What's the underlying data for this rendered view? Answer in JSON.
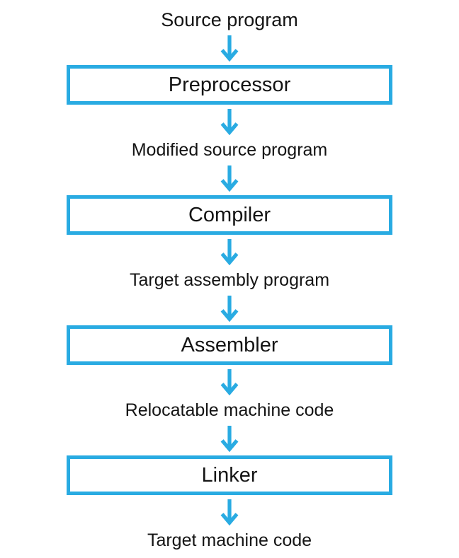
{
  "colors": {
    "accent": "#29abe2",
    "text": "#141414",
    "box_fill": "#ffffff"
  },
  "flow": {
    "steps": [
      {
        "kind": "label",
        "text": "Source program"
      },
      {
        "kind": "stage",
        "text": "Preprocessor"
      },
      {
        "kind": "label",
        "text": "Modified source program"
      },
      {
        "kind": "stage",
        "text": "Compiler"
      },
      {
        "kind": "label",
        "text": "Target assembly program"
      },
      {
        "kind": "stage",
        "text": "Assembler"
      },
      {
        "kind": "label",
        "text": "Relocatable machine code"
      },
      {
        "kind": "stage",
        "text": "Linker"
      },
      {
        "kind": "label",
        "text": "Target machine code"
      }
    ]
  }
}
